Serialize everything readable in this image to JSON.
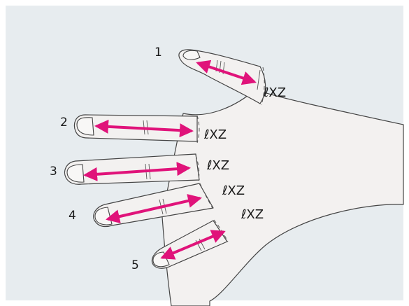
{
  "colors": {
    "panel_background": "#e7ecef",
    "skin": "#f3f1f0",
    "outline": "#444444",
    "arrow": "#e0137a"
  },
  "fingers": [
    {
      "number": "1",
      "label": "ℓXZ"
    },
    {
      "number": "2",
      "label": "ℓXZ"
    },
    {
      "number": "3",
      "label": "ℓXZ"
    },
    {
      "number": "4",
      "label": "ℓXZ"
    },
    {
      "number": "5",
      "label": "ℓXZ"
    }
  ]
}
